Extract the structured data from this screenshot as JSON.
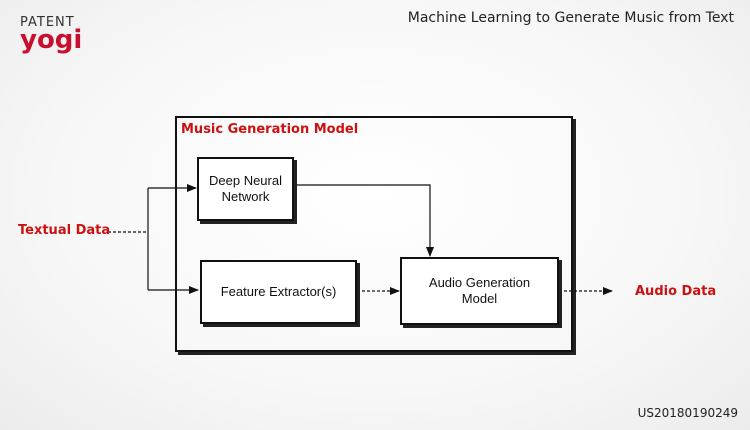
{
  "logo": {
    "top": "PATENT",
    "bottom": "yogi"
  },
  "title": "Machine Learning to Generate Music from Text",
  "patent_number": "US20180190249",
  "diagram": {
    "container_label": "Music Generation Model",
    "input_label": "Textual Data",
    "output_label": "Audio Data",
    "dnn_line1": "Deep Neural",
    "dnn_line2": "Network",
    "feature_extractor": "Feature Extractor(s)",
    "audio_gen_line1": "Audio Generation",
    "audio_gen_line2": "Model"
  }
}
